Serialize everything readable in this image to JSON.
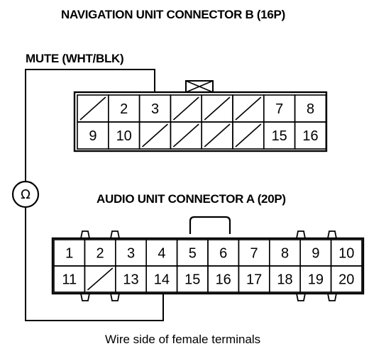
{
  "nav_connector": {
    "title": "NAVIGATION UNIT CONNECTOR B (16P)",
    "wire_label": "MUTE (WHT/BLK)",
    "rows": [
      [
        "",
        "2",
        "3",
        "",
        "",
        "",
        "7",
        "8"
      ],
      [
        "9",
        "10",
        "",
        "",
        "",
        "",
        "15",
        "16"
      ]
    ]
  },
  "audio_connector": {
    "title": "AUDIO UNIT CONNECTOR A (20P)",
    "rows": [
      [
        "1",
        "2",
        "3",
        "4",
        "5",
        "6",
        "7",
        "8",
        "9",
        "10"
      ],
      [
        "11",
        "",
        "13",
        "14",
        "15",
        "16",
        "17",
        "18",
        "19",
        "20"
      ]
    ]
  },
  "meter": {
    "symbol": "Ω"
  },
  "caption": "Wire side of female terminals"
}
